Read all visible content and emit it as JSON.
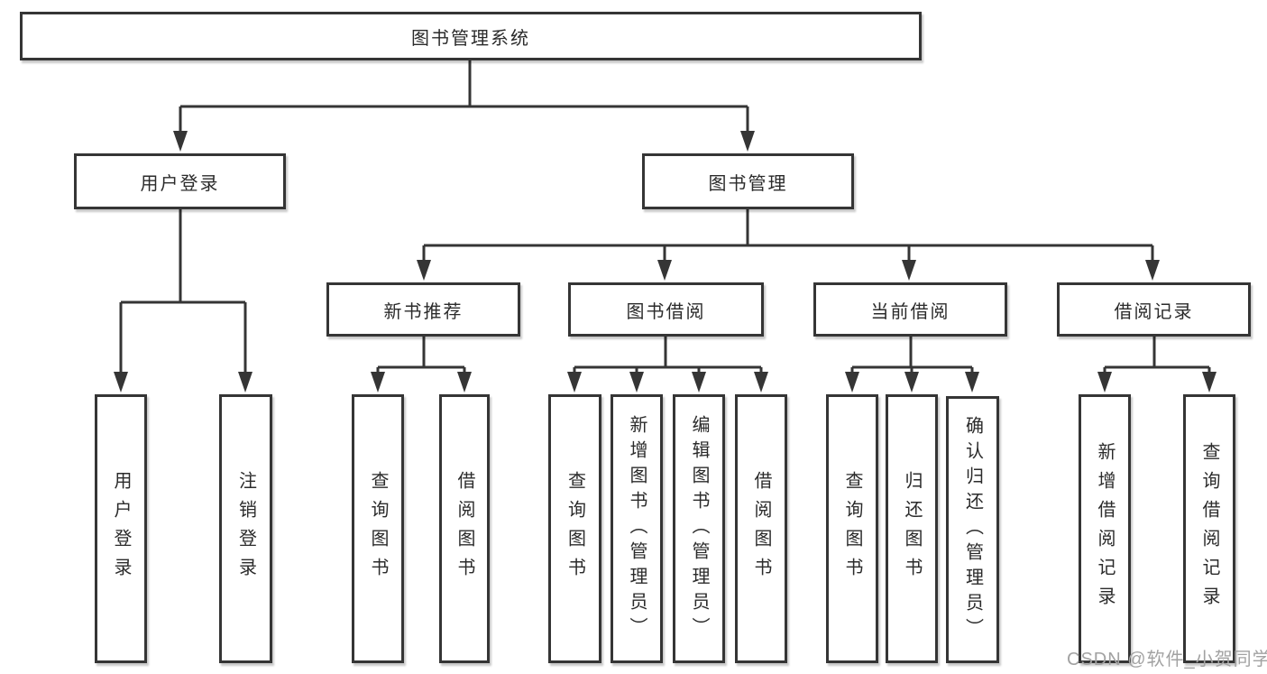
{
  "diagram": {
    "root": {
      "label": "图书管理系统"
    },
    "level2": [
      {
        "label": "用户登录"
      },
      {
        "label": "图书管理"
      }
    ],
    "level3": [
      {
        "label": "新书推荐",
        "parent": "图书管理"
      },
      {
        "label": "图书借阅",
        "parent": "图书管理"
      },
      {
        "label": "当前借阅",
        "parent": "图书管理"
      },
      {
        "label": "借阅记录",
        "parent": "图书管理"
      }
    ],
    "leaves": [
      {
        "label": "用户登录",
        "parent": "用户登录"
      },
      {
        "label": "注销登录",
        "parent": "用户登录"
      },
      {
        "label": "查询图书",
        "parent": "新书推荐"
      },
      {
        "label": "借阅图书",
        "parent": "新书推荐"
      },
      {
        "label": "查询图书",
        "parent": "图书借阅"
      },
      {
        "label": "新增图书（管理员）",
        "parent": "图书借阅"
      },
      {
        "label": "编辑图书（管理员）",
        "parent": "图书借阅"
      },
      {
        "label": "借阅图书",
        "parent": "图书借阅"
      },
      {
        "label": "查询图书",
        "parent": "当前借阅"
      },
      {
        "label": "归还图书",
        "parent": "当前借阅"
      },
      {
        "label": "确认归还（管理员）",
        "parent": "当前借阅"
      },
      {
        "label": "新增借阅记录",
        "parent": "借阅记录"
      },
      {
        "label": "查询借阅记录",
        "parent": "借阅记录"
      }
    ]
  },
  "watermark": {
    "text": "CSDN @软件_小贺同学"
  },
  "colors": {
    "line": "#353535",
    "text": "#2b2b2b",
    "watermark": "#a2a2a2",
    "background": "#ffffff"
  }
}
